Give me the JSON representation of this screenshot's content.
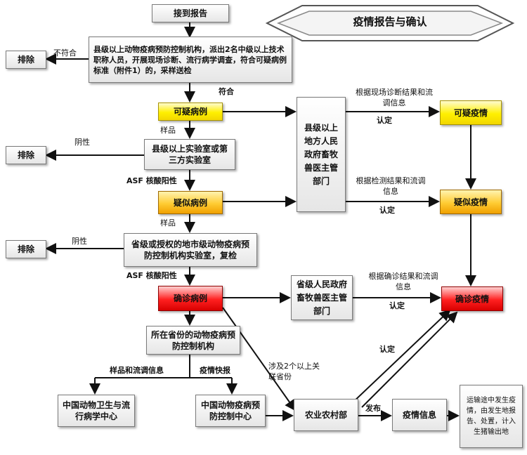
{
  "title": "疫情报告与确认",
  "nodes": {
    "receive_report": "接到报告",
    "county_agency": "县级以上动物疫病预防控制机构，派出2名中级以上技术职称人员，开展现场诊断、流行病学调查，符合可疑病例标准（附件1）的，采样送检",
    "exclude_1": "排除",
    "suspicious_case": "可疑病例",
    "county_lab": "县级以上实验室或第三方实验室",
    "exclude_2": "排除",
    "county_gov_vet": "县级以上地方人民政府畜牧兽医主管部门",
    "suspicious_epidemic": "可疑疫情",
    "suspected_case": "疑似病例",
    "suspected_epidemic": "疑似疫情",
    "provincial_lab": "省级或授权的地市级动物疫病预防控制机构实验室，复检",
    "exclude_3": "排除",
    "confirmed_case": "确诊病例",
    "provincial_gov_vet": "省级人民政府畜牧兽医主管部门",
    "confirmed_epidemic": "确诊疫情",
    "provincial_agency": "所在省份的动物疫病预防控制机构",
    "china_animal_health": "中国动物卫生与流行病学中心",
    "china_disease_control": "中国动物疫病预防控制中心",
    "ministry_agriculture": "农业农村部",
    "epidemic_info": "疫情信息",
    "transport_note": "运输途中发生疫情，由发生地报告、处置，计入生猪输出地"
  },
  "labels": {
    "not_match": "不符合",
    "match": "符合",
    "sample_1": "样品",
    "negative_1": "阴性",
    "asf_positive_1": "ASF 核酸阳性",
    "sample_2": "样品",
    "negative_2": "阴性",
    "asf_positive_2": "ASF 核酸阳性",
    "basis_field": "根据现场诊断结果和流调信息",
    "confirm_1": "认定",
    "basis_test": "根据检测结果和流调信息",
    "confirm_2": "认定",
    "basis_confirm": "根据确诊结果和流调信息",
    "confirm_3": "认定",
    "confirm_4": "认定",
    "samples_and_survey": "样品和流调信息",
    "epidemic_express": "疫情快报",
    "multi_province": "涉及2个以上关联省份",
    "publish": "发布"
  },
  "colors": {
    "suspicious": "#fff000",
    "suspected": "#ffcc33",
    "confirmed": "#ff2020",
    "arrow": "#111111"
  }
}
